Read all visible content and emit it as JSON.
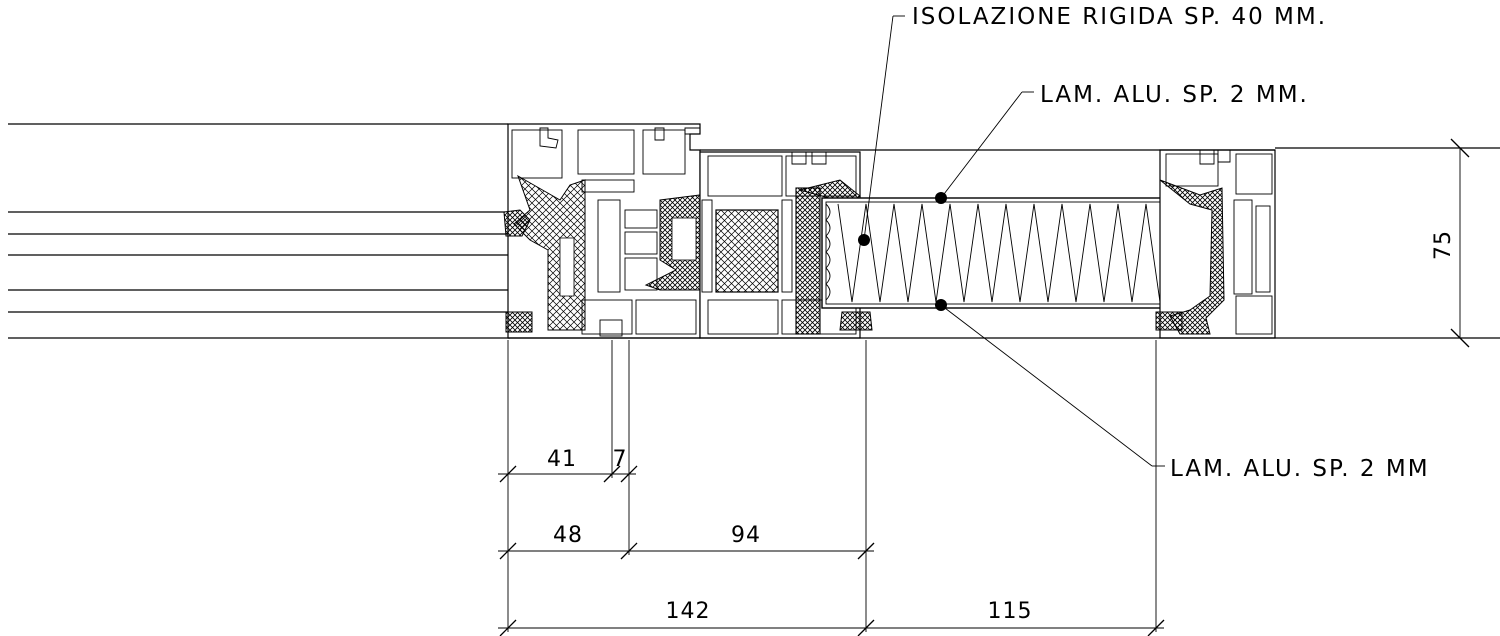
{
  "labels": {
    "insulation": "ISOLAZIONE RIGIDA SP. 40 MM.",
    "sheet_top": "LAM. ALU. SP. 2 MM.",
    "sheet_bottom": "LAM. ALU. SP. 2 MM"
  },
  "dimensions": {
    "height": "75",
    "d41": "41",
    "d7": "7",
    "d48": "48",
    "d94": "94",
    "d142": "142",
    "d115": "115"
  }
}
